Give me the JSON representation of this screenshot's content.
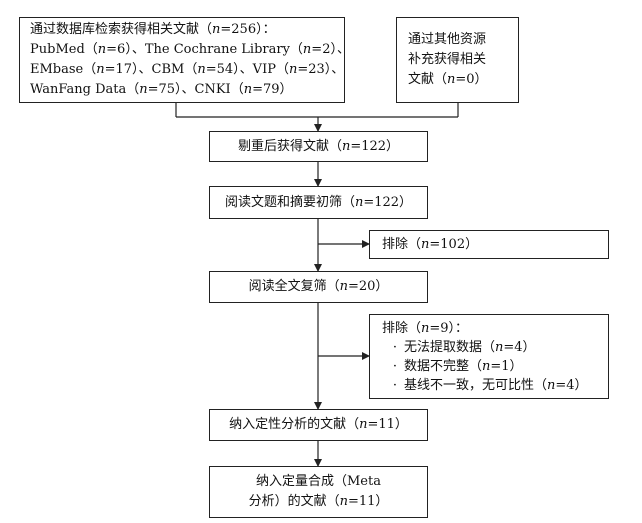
{
  "diagram": {
    "db_search": {
      "lines": [
        [
          "通过数据库检索获得相关文献（",
          "n",
          "=256）："
        ],
        [
          "PubMed（",
          "n",
          "=6）、The Cochrane Library（",
          "n",
          "=2）、"
        ],
        [
          "EMbase（",
          "n",
          "=17）、CBM（",
          "n",
          "=54）、VIP（",
          "n",
          "=23）、"
        ],
        [
          "WanFang Data（",
          "n",
          "=75）、CNKI（",
          "n",
          "=79）"
        ]
      ]
    },
    "other_sources": {
      "lines": [
        [
          "通过其他资源"
        ],
        [
          "补充获得相关"
        ],
        [
          "文献（",
          "n",
          "=0）"
        ]
      ]
    },
    "dedup": {
      "lines": [
        [
          "剔重后获得文献（",
          "n",
          "=122）"
        ]
      ]
    },
    "title_abstract": {
      "lines": [
        [
          "阅读文题和摘要初筛（",
          "n",
          "=122）"
        ]
      ]
    },
    "exclude1": {
      "lines": [
        [
          "排除（",
          "n",
          "=102）"
        ]
      ]
    },
    "fulltext": {
      "lines": [
        [
          "阅读全文复筛（",
          "n",
          "=20）"
        ]
      ]
    },
    "exclude2": {
      "header": [
        "排除（",
        "n",
        "=9）："
      ],
      "bullet": "·",
      "items": [
        [
          "无法提取数据（",
          "n",
          "=4）"
        ],
        [
          "数据不完整（",
          "n",
          "=1）"
        ],
        [
          "基线不一致，无可比性（",
          "n",
          "=4）"
        ]
      ]
    },
    "qualitative": {
      "lines": [
        [
          "纳入定性分析的文献（",
          "n",
          "=11）"
        ]
      ]
    },
    "quantitative": {
      "lines": [
        [
          "纳入定量合成（Meta"
        ],
        [
          "分析）的文献（",
          "n",
          "=11）"
        ]
      ]
    }
  }
}
